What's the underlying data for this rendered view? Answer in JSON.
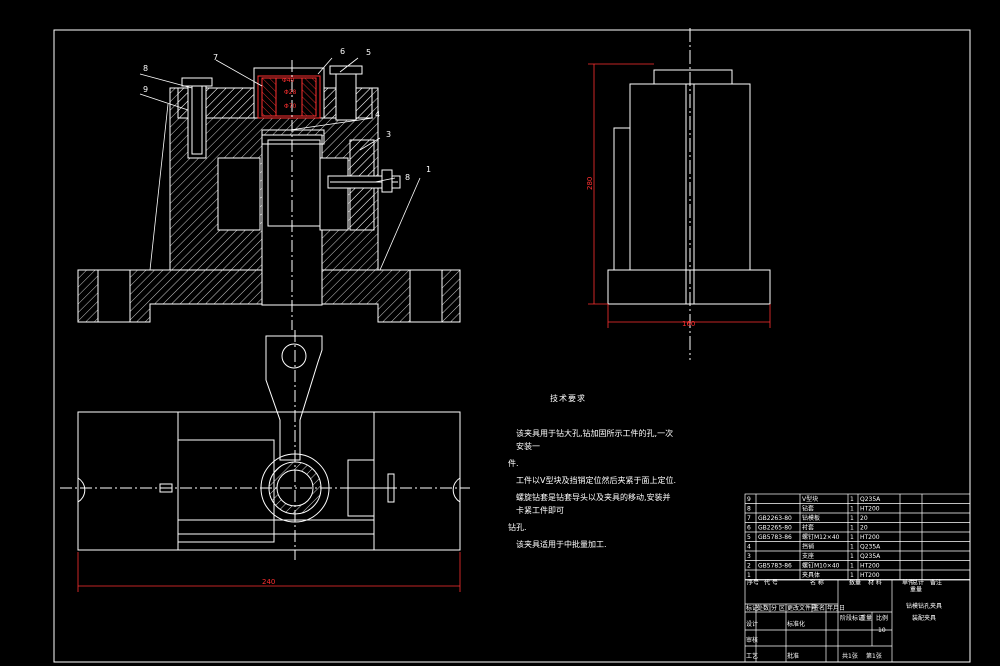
{
  "balloons": [
    {
      "id": "b7",
      "text": "7"
    },
    {
      "id": "b6",
      "text": "6"
    },
    {
      "id": "b5",
      "text": "5"
    },
    {
      "id": "b8",
      "text": "8"
    },
    {
      "id": "b9",
      "text": "9"
    },
    {
      "id": "b4",
      "text": "4"
    },
    {
      "id": "b3",
      "text": "3"
    },
    {
      "id": "b2",
      "text": "8"
    },
    {
      "id": "b1",
      "text": "1"
    }
  ],
  "fits": [
    "Φ40",
    "Φ28",
    "Φ70"
  ],
  "dimensions": {
    "front_width": "240",
    "side_height": "280",
    "side_width": "160"
  },
  "tech": {
    "title": "技术要求",
    "lines": [
      "该夹具用于钻大孔,钻加固所示工件的孔,一次安装一",
      "件.",
      "工件以V型块及挡销定位然后夹紧于面上定位.",
      "螺旋钻套是钻套导头以及夹具的移动,安装并卡紧工件即可",
      "钻孔.",
      "该夹具适用于中批量加工."
    ]
  },
  "bom": {
    "rows": [
      {
        "no": "9",
        "code": "",
        "name": "V型块",
        "qty": "1",
        "mat": "Q235A"
      },
      {
        "no": "8",
        "code": "",
        "name": "钻套",
        "qty": "1",
        "mat": "HT200"
      },
      {
        "no": "7",
        "code": "GB2263-80",
        "name": "钻模板",
        "qty": "1",
        "mat": "20"
      },
      {
        "no": "6",
        "code": "GB2265-80",
        "name": "衬套",
        "qty": "1",
        "mat": "20"
      },
      {
        "no": "5",
        "code": "GB5783-86",
        "name": "螺钉M12×40",
        "qty": "1",
        "mat": "HT200"
      },
      {
        "no": "4",
        "code": "",
        "name": "挡销",
        "qty": "1",
        "mat": "Q235A"
      },
      {
        "no": "3",
        "code": "",
        "name": "支座",
        "qty": "1",
        "mat": "Q235A"
      },
      {
        "no": "2",
        "code": "GB5783-86",
        "name": "螺钉M10×40",
        "qty": "1",
        "mat": "HT200"
      },
      {
        "no": "1",
        "code": "",
        "name": "夹具体",
        "qty": "1",
        "mat": "HT200"
      }
    ],
    "header": {
      "no": "序号",
      "code": "代 号",
      "name": "名 称",
      "qty": "数量",
      "mat": "材 料",
      "w1": "单件",
      "w2": "总计",
      "wt": "重量",
      "note": "备注"
    }
  },
  "title_block": {
    "drawing_title_1": "钻模钻孔夹具",
    "drawing_title_2": "装配夹具",
    "scale": "10",
    "h_mark": "标记",
    "h_count": "处数",
    "h_zone": "分 区",
    "h_change": "更改文件号",
    "h_sign": "签名",
    "h_date": "年月日",
    "h_design": "设计",
    "h_std": "标准化",
    "h_stage": "阶段标记",
    "h_weight": "重量",
    "h_ratio": "比例",
    "h_review": "审核",
    "h_process": "工艺",
    "h_approve": "批准",
    "sheets": "共1张",
    "sheet_no": "第1张"
  }
}
